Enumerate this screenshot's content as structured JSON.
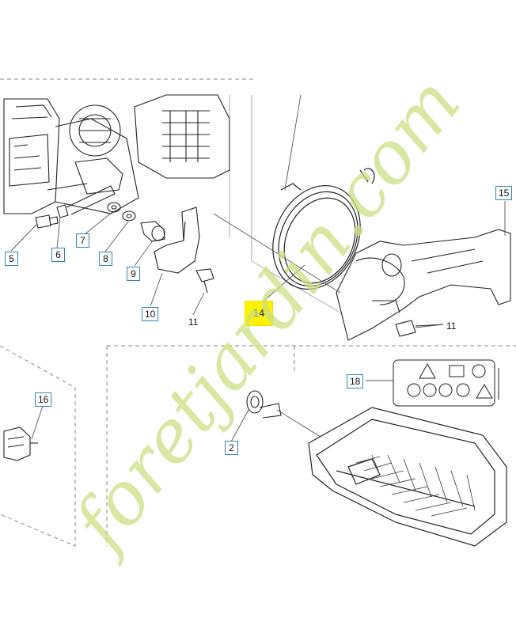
{
  "callouts": {
    "c5": "5",
    "c6": "6",
    "c7": "7",
    "c8": "8",
    "c9": "9",
    "c10": "10",
    "c11a": "11",
    "c11b": "11",
    "c14": "14",
    "c15": "15",
    "c16": "16",
    "c18": "18",
    "c2": "2"
  },
  "watermark": {
    "text": "foretjardin.com",
    "color": "#c9dd82"
  },
  "colors": {
    "callout_border": "#2f86b4",
    "highlight": "#fff200",
    "line": "#222222",
    "leader": "#555555"
  }
}
